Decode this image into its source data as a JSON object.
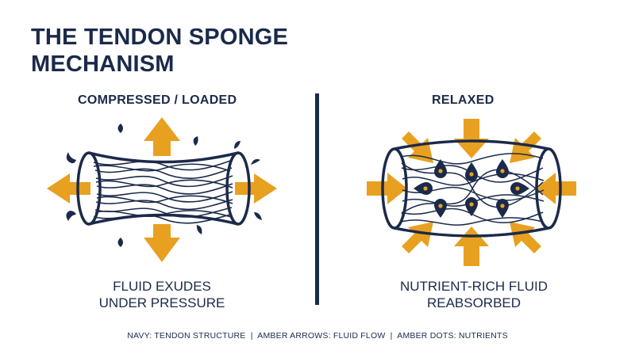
{
  "title": {
    "line1": "THE TENDON SPONGE",
    "line2": "MECHANISM"
  },
  "left": {
    "heading": "COMPRESSED / LOADED",
    "caption_line1": "FLUID EXUDES",
    "caption_line2": "UNDER PRESSURE"
  },
  "right": {
    "heading": "RELAXED",
    "caption_line1": "NUTRIENT-RICH FLUID",
    "caption_line2": "REABSORBED"
  },
  "legend": "NAVY: TENDON STRUCTURE  |  AMBER ARROWS: FLUID FLOW  |  AMBER DOTS: NUTRIENTS",
  "colors": {
    "navy": "#1b2a4a",
    "amber": "#e8a020"
  }
}
